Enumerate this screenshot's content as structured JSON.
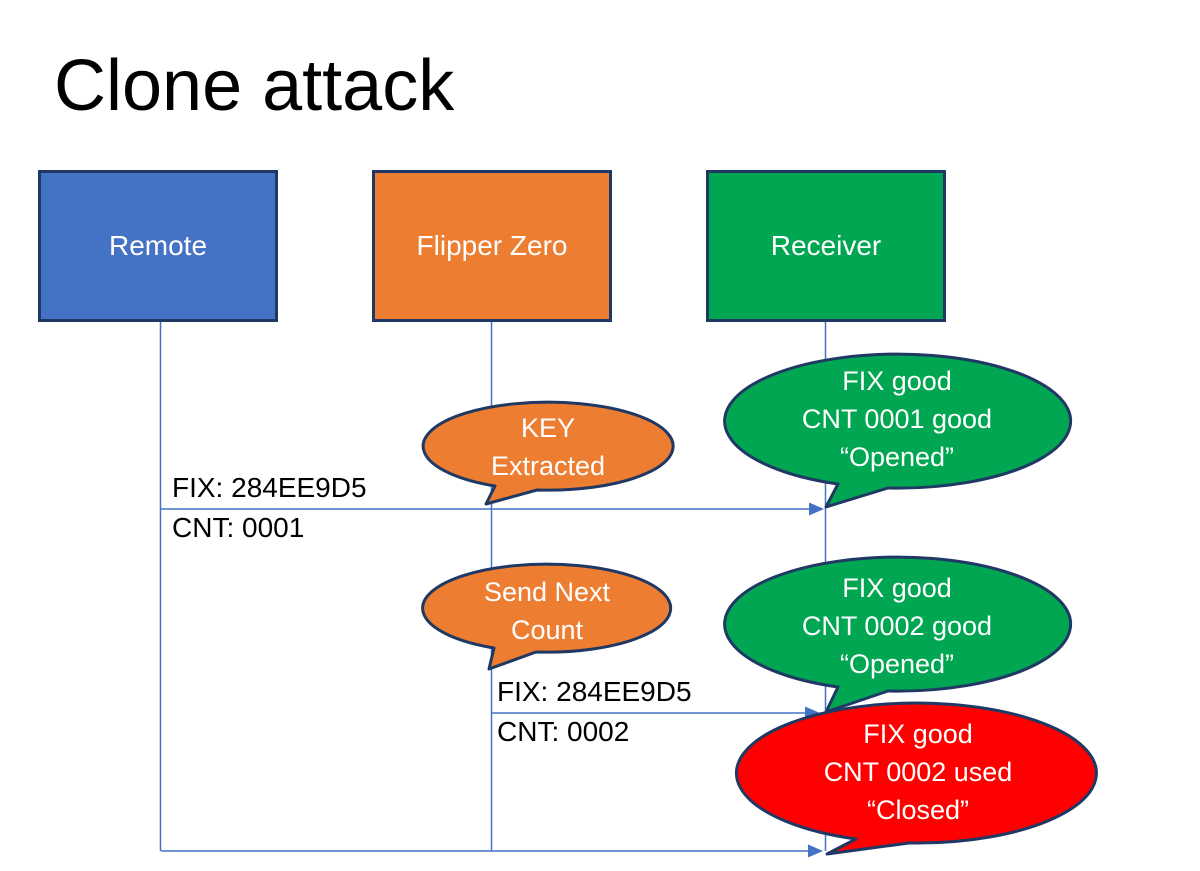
{
  "title": "Clone attack",
  "colors": {
    "actor_blue": "#4472C4",
    "actor_orange": "#ED7D31",
    "actor_green": "#00A651",
    "callout_red": "#FF0000",
    "border_navy": "#203864",
    "line_blue": "#4472C4",
    "text_white": "#ffffff",
    "text_black": "#000000"
  },
  "actors": [
    {
      "label": "Remote"
    },
    {
      "label": "Flipper Zero"
    },
    {
      "label": "Receiver"
    }
  ],
  "messages": [
    {
      "fix": "FIX: 284EE9D5",
      "cnt": "CNT: 0001"
    },
    {
      "fix": "FIX: 284EE9D5",
      "cnt": "CNT: 0002"
    }
  ],
  "callouts": [
    {
      "id": "key-extracted",
      "color": "orange",
      "lines": [
        "KEY",
        "Extracted"
      ]
    },
    {
      "id": "cnt-0001-good",
      "color": "green",
      "lines": [
        "FIX good",
        "CNT 0001 good",
        "“Opened”"
      ]
    },
    {
      "id": "send-next-count",
      "color": "orange",
      "lines": [
        "Send Next",
        "Count"
      ]
    },
    {
      "id": "cnt-0002-good",
      "color": "green",
      "lines": [
        "FIX good",
        "CNT 0002 good",
        "“Opened”"
      ]
    },
    {
      "id": "cnt-0002-used",
      "color": "red",
      "lines": [
        "FIX good",
        "CNT 0002 used",
        "“Closed”"
      ]
    }
  ]
}
